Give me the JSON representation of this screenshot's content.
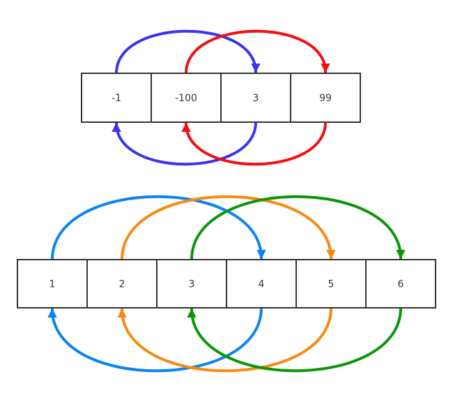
{
  "arrays": [
    {
      "name": "array-top",
      "cells": [
        "-1",
        "-100",
        "3",
        "99"
      ],
      "swaps": [
        {
          "from": 0,
          "to": 2,
          "color": "#3b33f0"
        },
        {
          "from": 1,
          "to": 3,
          "color": "#f20f0f"
        }
      ]
    },
    {
      "name": "array-bottom",
      "cells": [
        "1",
        "2",
        "3",
        "4",
        "5",
        "6"
      ],
      "swaps": [
        {
          "from": 0,
          "to": 3,
          "color": "#0a84f5"
        },
        {
          "from": 1,
          "to": 4,
          "color": "#f68b12"
        },
        {
          "from": 2,
          "to": 5,
          "color": "#0a960a"
        }
      ]
    }
  ]
}
